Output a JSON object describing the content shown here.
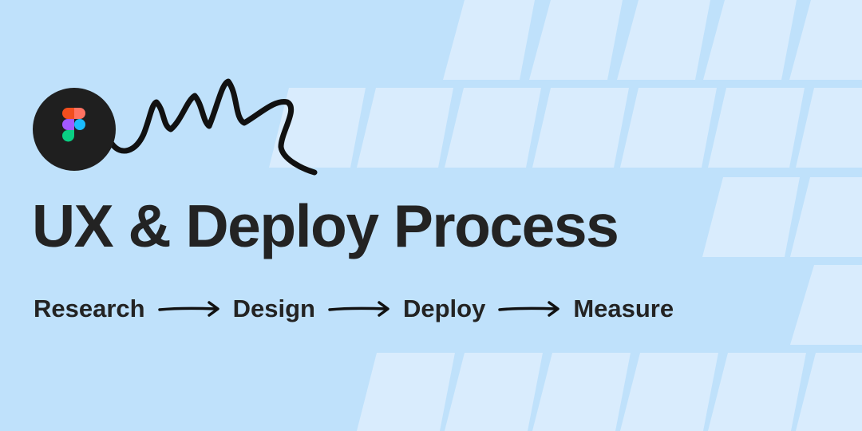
{
  "title": "UX & Deploy Process",
  "steps": [
    "Research",
    "Design",
    "Deploy",
    "Measure"
  ],
  "icons": {
    "logo": "figma-logo-icon",
    "arrow": "right-arrow-icon",
    "squiggle": "hand-drawn-squiggle"
  },
  "colors": {
    "background": "#bfe1fb",
    "text": "#232323",
    "logo_badge": "#1f1f1f",
    "figma_red": "#f24e1e",
    "figma_orange": "#ff7262",
    "figma_purple": "#a259ff",
    "figma_blue": "#1abcfe",
    "figma_green": "#0acf83"
  }
}
